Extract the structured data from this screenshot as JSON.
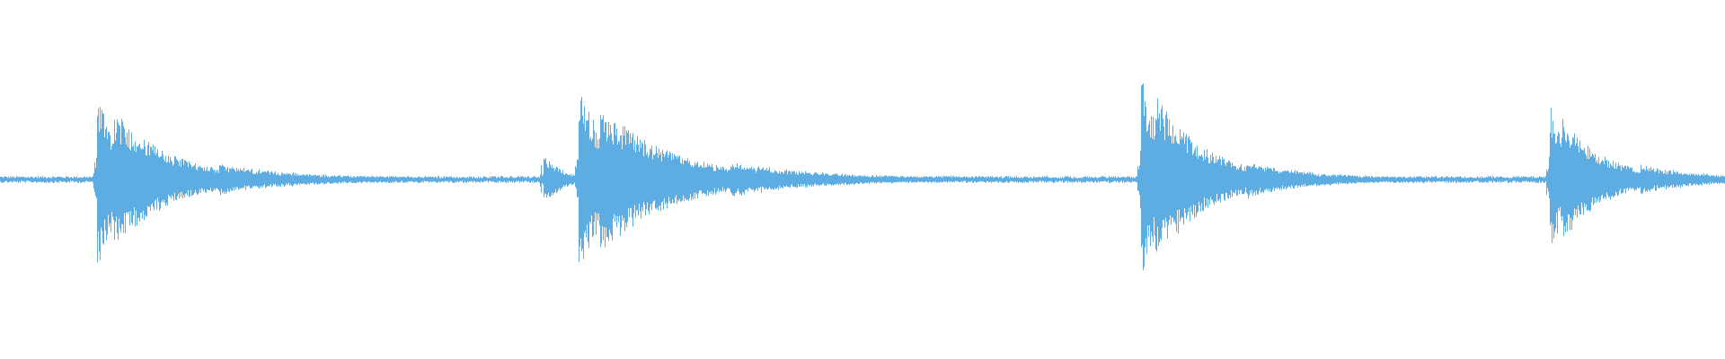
{
  "waveform": {
    "color": "#5dade2",
    "background": "#ffffff",
    "noise_level": 0.018,
    "transients": [
      {
        "position": 0.056,
        "peak_up": 0.72,
        "peak_down": 0.72,
        "decay": 0.04
      },
      {
        "position": 0.098,
        "peak_up": 0.1,
        "peak_down": 0.1,
        "decay": 0.02
      },
      {
        "position": 0.315,
        "peak_up": 0.22,
        "peak_down": 0.22,
        "decay": 0.012
      },
      {
        "position": 0.335,
        "peak_up": 0.78,
        "peak_down": 0.78,
        "decay": 0.05
      },
      {
        "position": 0.385,
        "peak_up": 0.3,
        "peak_down": 0.3,
        "decay": 0.02
      },
      {
        "position": 0.661,
        "peak_up": 0.88,
        "peak_down": 0.88,
        "decay": 0.035
      },
      {
        "position": 0.692,
        "peak_up": 0.32,
        "peak_down": 0.32,
        "decay": 0.012
      },
      {
        "position": 0.898,
        "peak_up": 0.65,
        "peak_down": 0.65,
        "decay": 0.03
      }
    ]
  }
}
